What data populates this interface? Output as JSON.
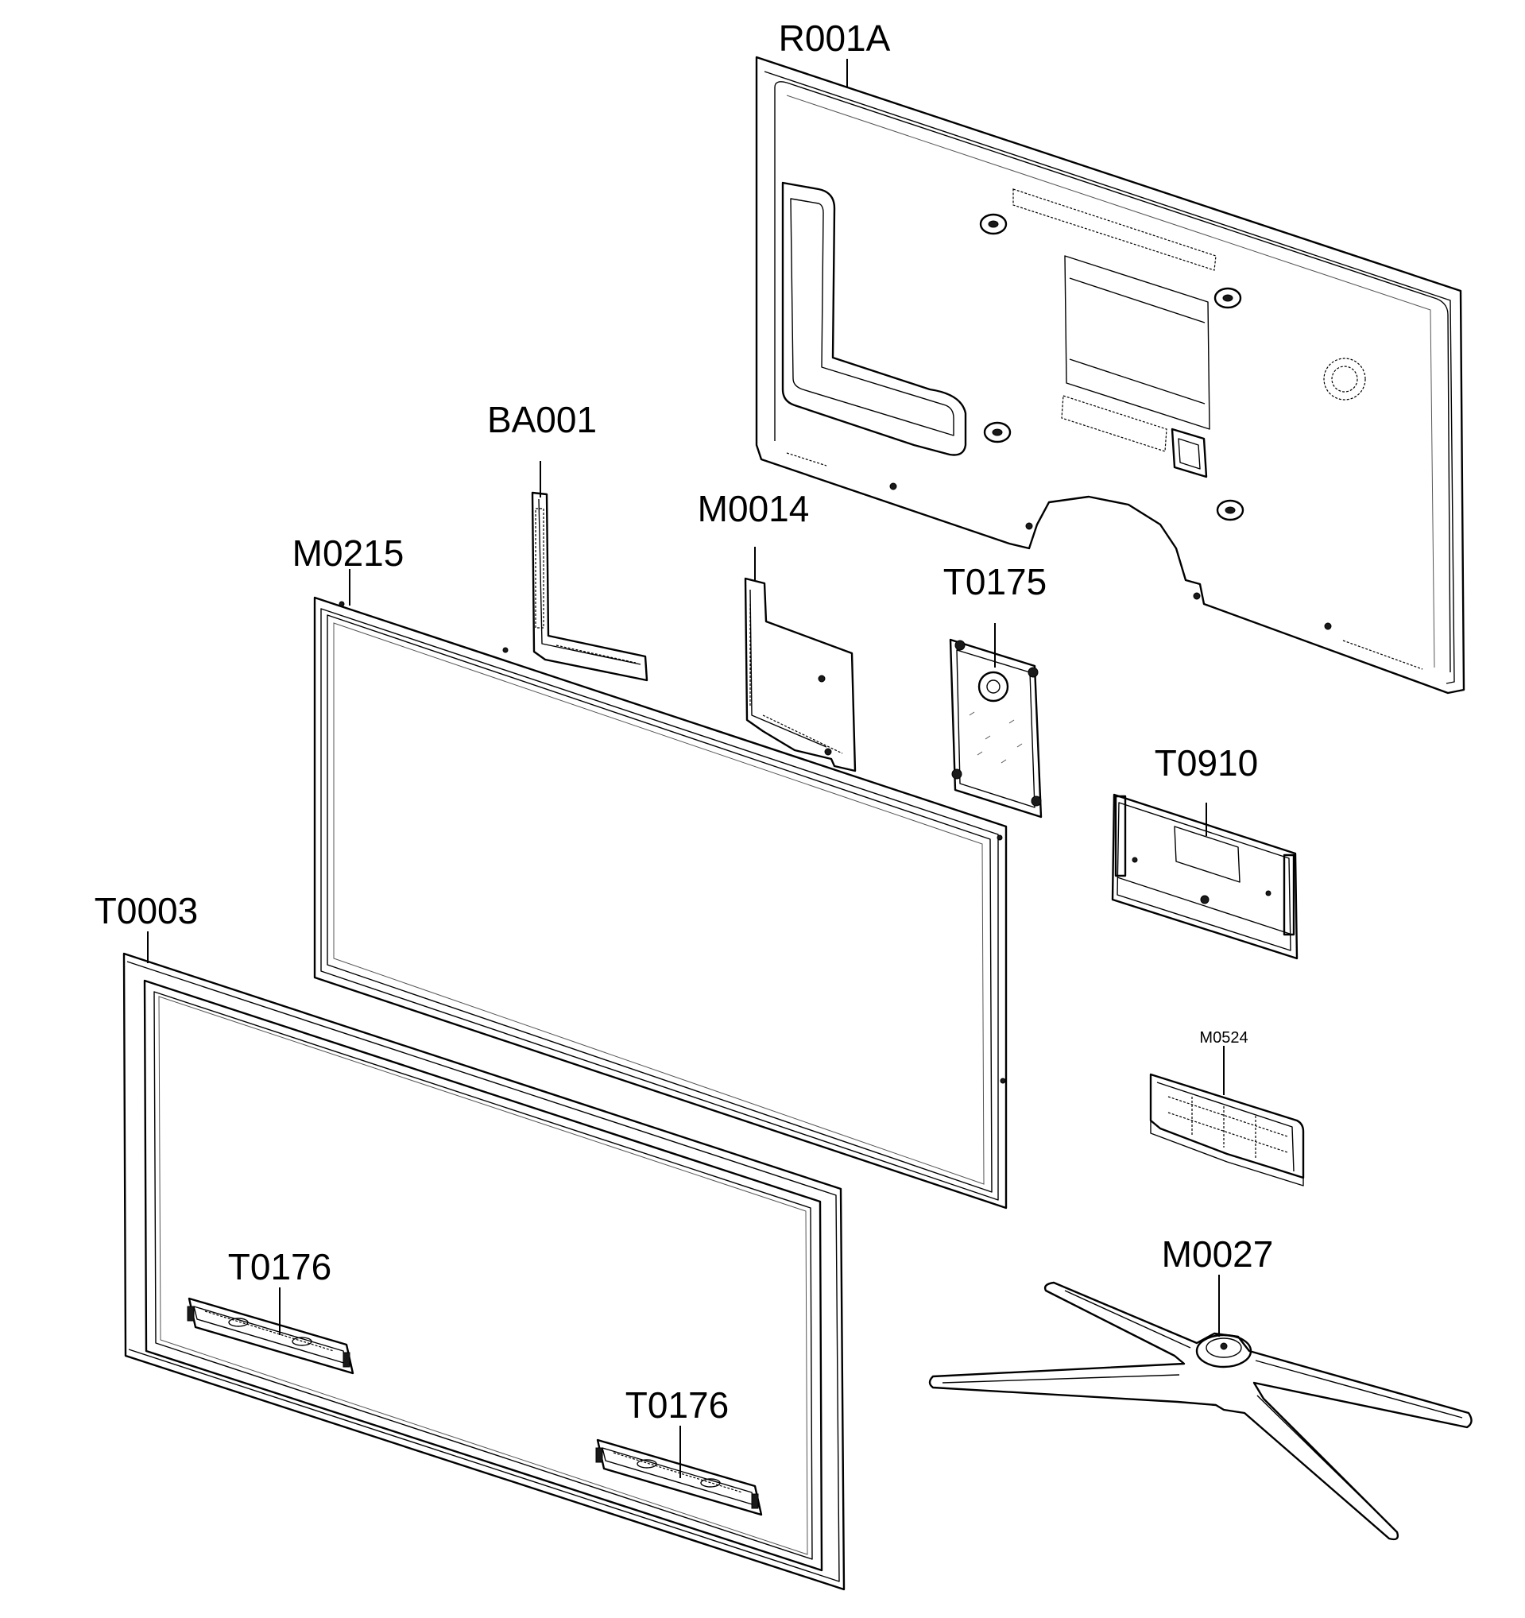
{
  "parts": {
    "R001A": "R001A",
    "BA001": "BA001",
    "M0014": "M0014",
    "M0215": "M0215",
    "T0175": "T0175",
    "T0910": "T0910",
    "T0003": "T0003",
    "M0524": "M0524",
    "M0027": "M0027",
    "T0176_left": "T0176",
    "T0176_right": "T0176"
  }
}
